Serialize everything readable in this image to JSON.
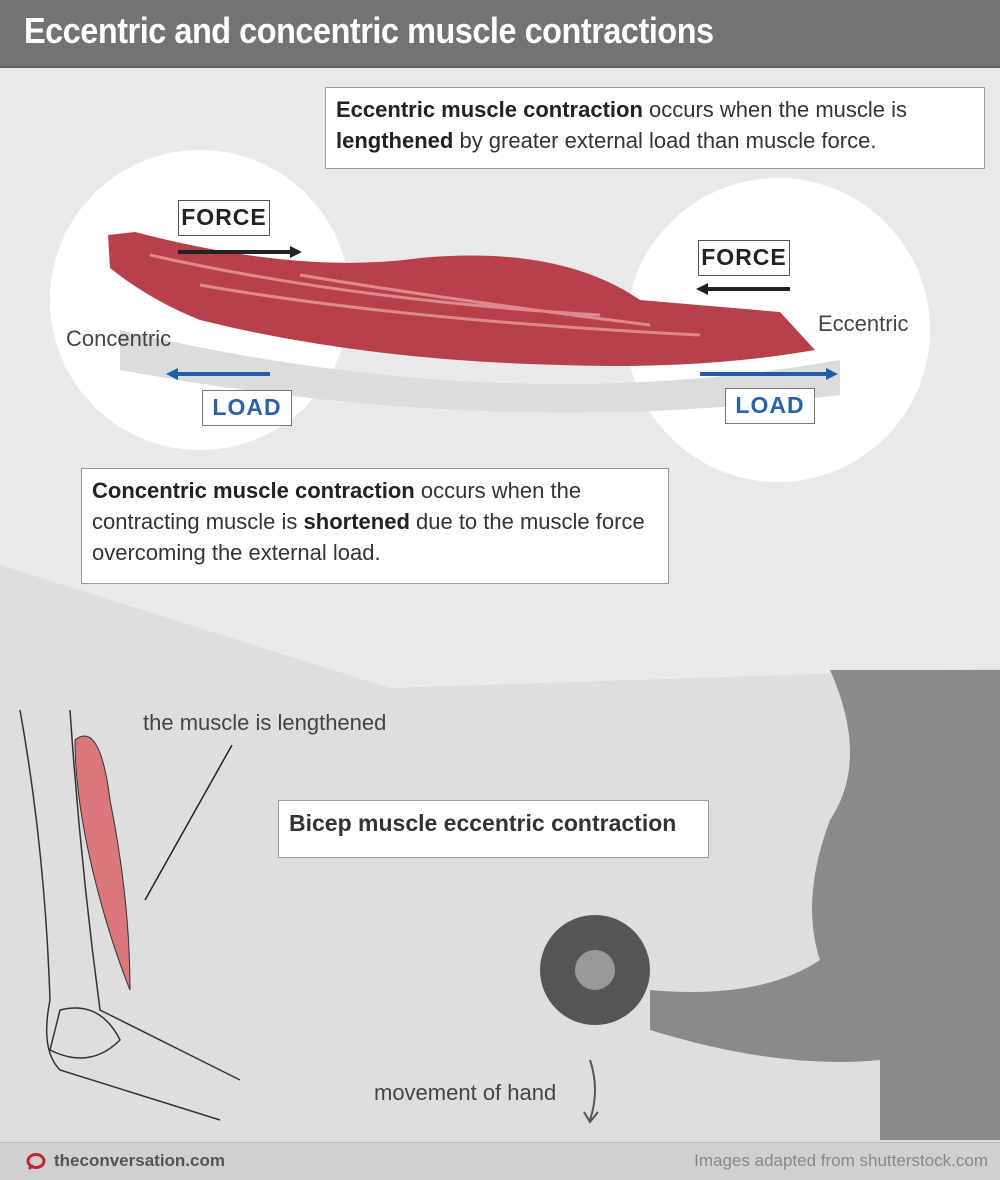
{
  "title": "Eccentric and concentric muscle contractions",
  "eccentric_box": {
    "bold1": "Eccentric muscle contraction",
    "text1": " occurs when the muscle is ",
    "bold2": "lengthened",
    "text2": " by greater external load than muscle force."
  },
  "concentric_box": {
    "bold1": "Concentric muscle contraction",
    "text1": " occurs when the contracting muscle is ",
    "bold2": "shortened",
    "text2": " due to the muscle force overcoming the external load."
  },
  "labels": {
    "force": "FORCE",
    "load": "LOAD",
    "concentric": "Concentric",
    "eccentric": "Eccentric",
    "lengthened": "the muscle is lengthened",
    "bicep": "Bicep muscle eccentric contraction",
    "movement": "movement of hand"
  },
  "footer": {
    "brand": "theconversation.com",
    "credit": "Images adapted from shutterstock.com"
  },
  "colors": {
    "header": "#737373",
    "load_arrow": "#1f5fa8",
    "muscle": "#b8404a"
  }
}
